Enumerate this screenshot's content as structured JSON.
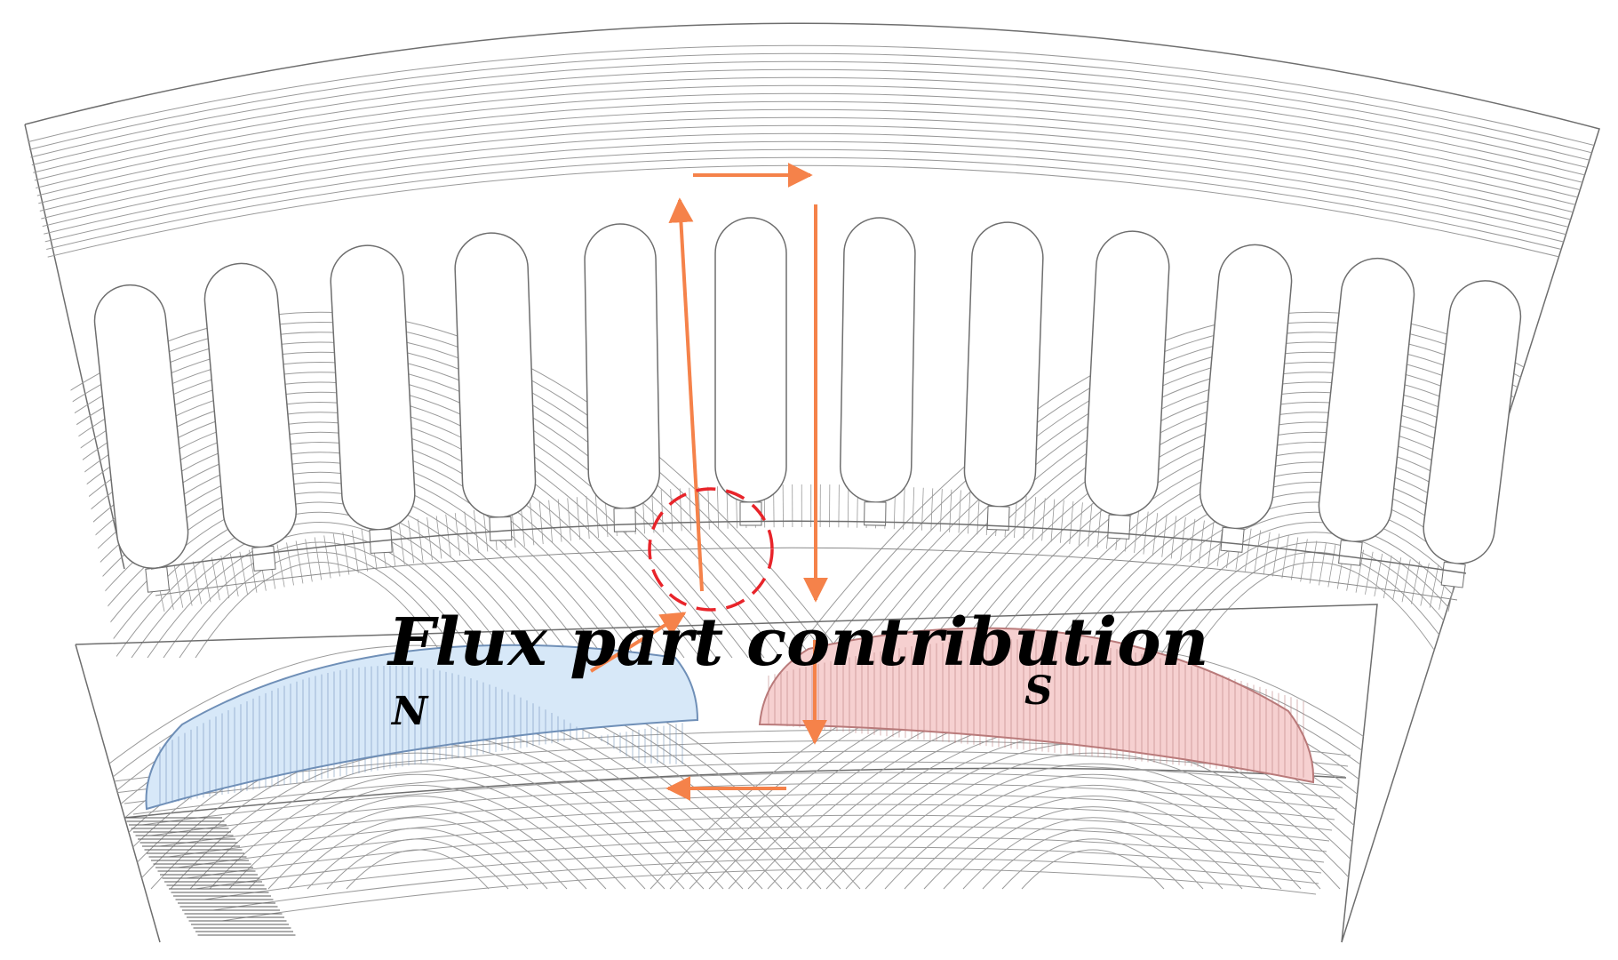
{
  "figure": {
    "title": "Flux part contribution",
    "north_label": "N",
    "south_label": "S"
  },
  "colors": {
    "background": "#ffffff",
    "flux_line": "#9a9a9a",
    "outline": "#6e6e6e",
    "north_fill": "#d7e8f8",
    "north_stroke": "#6f8fb7",
    "south_fill": "#f6d0d0",
    "south_stroke": "#b97a7a",
    "arrow": "#f5824a",
    "highlight_circle": "#e8242a",
    "label": "#000000"
  },
  "icons": {
    "flux_arrow": "orange-arrow",
    "highlight": "dashed-red-circle"
  }
}
